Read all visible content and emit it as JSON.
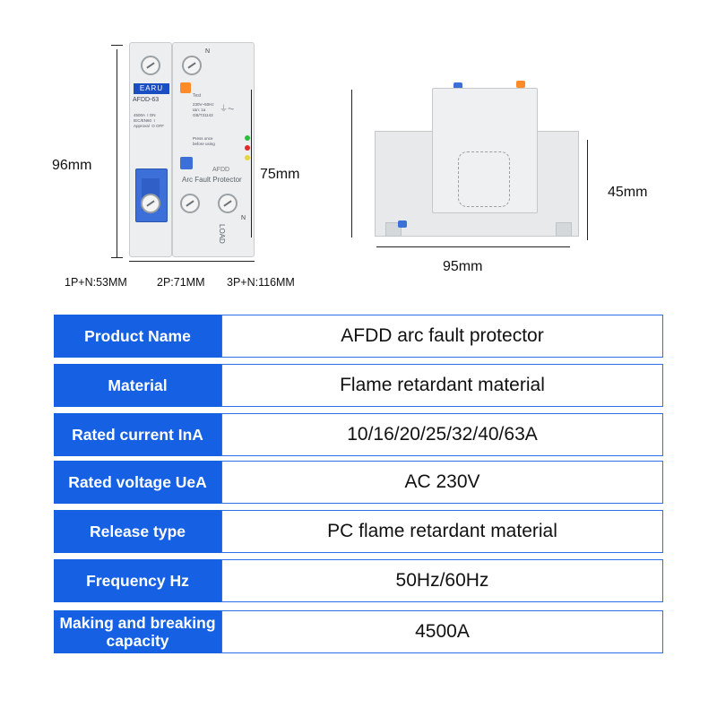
{
  "front_device": {
    "brand": "EARU",
    "model": "AFDD-63",
    "rating": "C63",
    "test_label": "Test",
    "afdd_label": "AFDD",
    "product_label": "Arc Fault Protector",
    "load_label": "LOAD",
    "n_label": "N"
  },
  "dimensions": {
    "height_total": "96mm",
    "height_front": "75mm",
    "depth": "45mm",
    "width_side": "95mm",
    "widths_note": [
      "1P+N:53MM",
      "2P:71MM",
      "3P+N:116MM"
    ]
  },
  "spec_table": {
    "rows": [
      {
        "label": "Product Name",
        "value": "AFDD arc fault protector"
      },
      {
        "label": "Material",
        "value": "Flame retardant material"
      },
      {
        "label": "Rated current InA",
        "value": "10/16/20/25/32/40/63A"
      },
      {
        "label": "Rated voltage UeA",
        "value": "AC 230V"
      },
      {
        "label": "Release type",
        "value": "PC flame retardant material"
      },
      {
        "label": "Frequency Hz",
        "value": "50Hz/60Hz"
      },
      {
        "label": "Making and breaking capacity",
        "value": "4500A"
      }
    ]
  },
  "colors": {
    "label_bg": "#1560e3",
    "handle_blue": "#3d6fd8",
    "test_orange": "#ff8a2a"
  }
}
